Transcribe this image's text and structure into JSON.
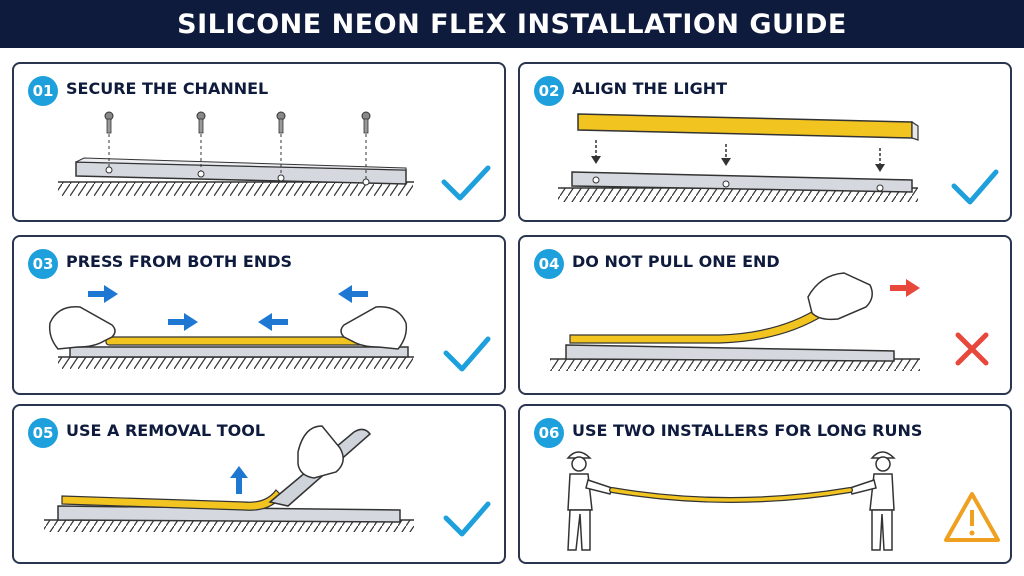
{
  "header": {
    "title": "SILICONE NEON FLEX INSTALLATION GUIDE"
  },
  "colors": {
    "navy": "#0f1b3d",
    "accent_blue": "#1ea0dc",
    "neon_yellow": "#f2c420",
    "ok_blue": "#1ea0dc",
    "error_red": "#e8483c",
    "warn_orange": "#f0a020"
  },
  "steps": [
    {
      "number": "01",
      "title": "SECURE THE CHANNEL",
      "status_icon": "check-icon"
    },
    {
      "number": "02",
      "title": "ALIGN THE LIGHT",
      "status_icon": "check-icon"
    },
    {
      "number": "03",
      "title": "PRESS FROM BOTH ENDS",
      "status_icon": "check-icon"
    },
    {
      "number": "04",
      "title": "DO NOT PULL ONE END",
      "status_icon": "cross-icon"
    },
    {
      "number": "05",
      "title": "USE A REMOVAL TOOL",
      "status_icon": "check-icon"
    },
    {
      "number": "06",
      "title": "USE TWO INSTALLERS FOR LONG RUNS",
      "status_icon": "warning-icon"
    }
  ]
}
